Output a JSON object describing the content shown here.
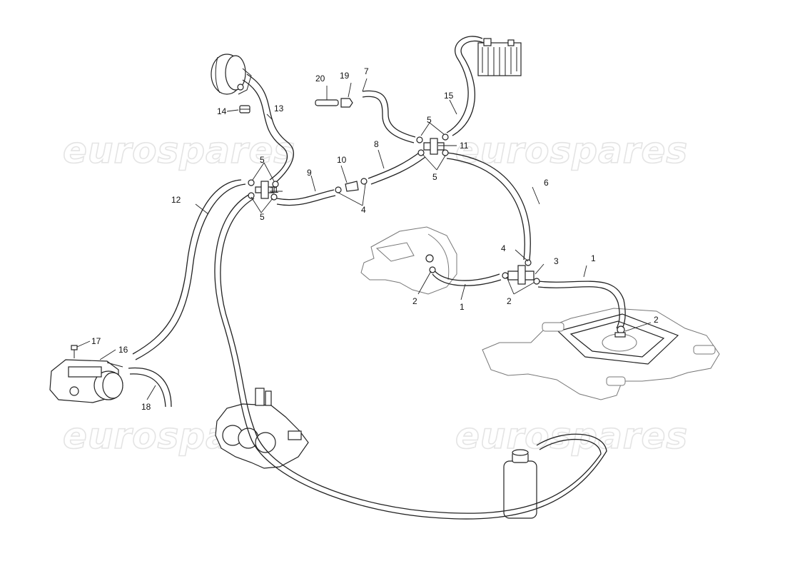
{
  "watermark": {
    "text": "eurospares",
    "color": "#e2e2e2"
  },
  "callouts": {
    "c1a": "1",
    "c1b": "1",
    "c2a": "2",
    "c2b": "2",
    "c2c": "2",
    "c3": "3",
    "c4a": "4",
    "c4b": "4",
    "c5a": "5",
    "c5b": "5",
    "c5c": "5",
    "c5d": "5",
    "c6": "6",
    "c7": "7",
    "c8": "8",
    "c9": "9",
    "c10": "10",
    "c11a": "11",
    "c11b": "11",
    "c12": "12",
    "c13": "13",
    "c14": "14",
    "c15": "15",
    "c16": "16",
    "c17": "17",
    "c18": "18",
    "c19": "19",
    "c20": "20"
  },
  "colors": {
    "line": "#222222",
    "background": "#ffffff"
  }
}
